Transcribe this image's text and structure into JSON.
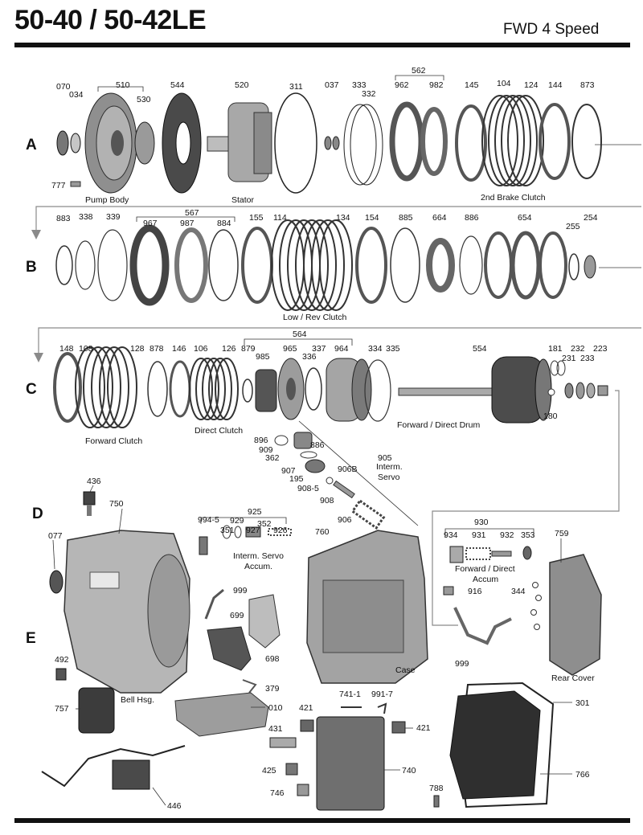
{
  "header": {
    "title": "50-40 / 50-42LE",
    "subtitle": "FWD 4 Speed"
  },
  "sections": [
    "A",
    "B",
    "C",
    "D",
    "E"
  ],
  "row_a": {
    "parts": [
      "070",
      "034",
      "510",
      "530",
      "544",
      "520",
      "311",
      "037",
      "333",
      "332",
      "562",
      "962",
      "982",
      "145",
      "104",
      "124",
      "144",
      "873",
      "777"
    ],
    "captions": [
      "Pump Body",
      "Stator",
      "2nd Brake Clutch"
    ]
  },
  "row_b": {
    "parts": [
      "883",
      "338",
      "339",
      "567",
      "967",
      "987",
      "884",
      "155",
      "114",
      "134",
      "154",
      "885",
      "664",
      "886",
      "654",
      "255",
      "254"
    ],
    "captions": [
      "Low / Rev Clutch"
    ]
  },
  "row_c": {
    "parts": [
      "148",
      "108",
      "128",
      "878",
      "146",
      "106",
      "126",
      "564",
      "879",
      "985",
      "965",
      "336",
      "337",
      "964",
      "334",
      "335",
      "554",
      "181",
      "231",
      "232",
      "233",
      "223",
      "180"
    ],
    "captions": [
      "Forward Clutch",
      "Direct Clutch",
      "Forward / Direct Drum"
    ]
  },
  "servo": {
    "parts": [
      "896",
      "886",
      "909",
      "362",
      "907",
      "906B",
      "905",
      "195",
      "908-5",
      "908",
      "906"
    ],
    "captions": [
      "Interm.",
      "Servo"
    ]
  },
  "lower": {
    "parts": [
      "436",
      "750",
      "077",
      "994-5",
      "925",
      "929",
      "927",
      "926",
      "351",
      "352",
      "760",
      "930",
      "934",
      "931",
      "932",
      "353",
      "759",
      "999",
      "699",
      "916",
      "344",
      "698",
      "492",
      "379",
      "741-1",
      "991-7",
      "757",
      "010",
      "421",
      "301",
      "431",
      "425",
      "740",
      "766",
      "746",
      "788",
      "446"
    ],
    "captions": [
      "Interm. Servo",
      "Accum.",
      "Forward / Direct",
      "Accum",
      "Case",
      "Rear Cover",
      "Bell Hsg."
    ]
  },
  "colors": {
    "ink": "#111111",
    "part_fill": "#b9b9b9",
    "part_dark": "#6d6d6d",
    "arrow": "#8a8a8a"
  }
}
